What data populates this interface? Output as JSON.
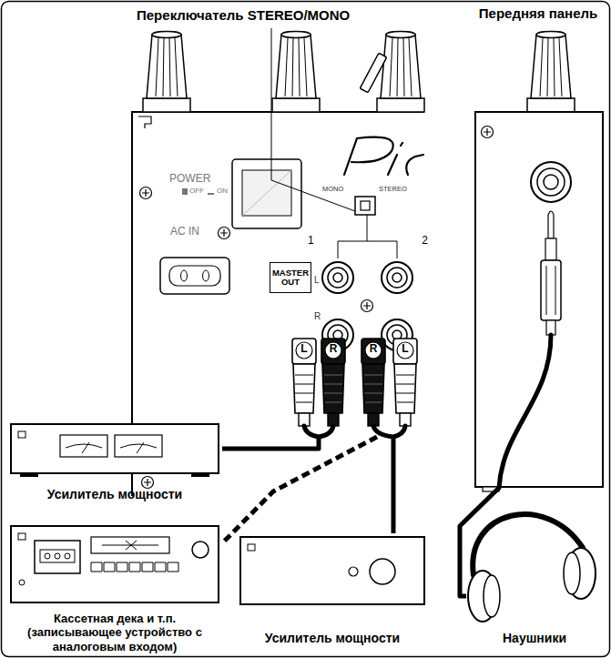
{
  "diagram": {
    "nodes": [
      {
        "text": [
          "MASTER OUT"
        ]
      },
      {
        "text": [
          "1"
        ]
      },
      {
        "text": [
          "2"
        ]
      },
      {
        "text": [
          "Передняя панель"
        ]
      },
      {
        "text": [
          "Усилитель мощности"
        ]
      },
      {
        "text": [
          "Кассетная дека и т.п. (записывающее устройство с аналоговым входом)"
        ]
      },
      {
        "text": [
          "Усилитель мощности"
        ]
      },
      {
        "text": [
          "Наушники"
        ]
      }
    ],
    "edges": [
      {
        "from": 1,
        "to": 4,
        "arrow": "none"
      },
      {
        "from": 2,
        "to": 6,
        "arrow": "none"
      },
      {
        "from": 2,
        "to": 5,
        "arrow": "none"
      },
      {
        "from": 3,
        "to": 7,
        "arrow": "none"
      }
    ],
    "labels": [
      "Переключатель STEREO/MONO",
      "POWER",
      "OFF",
      "ON",
      "AC IN",
      "MONO",
      "STEREO",
      "L",
      "R",
      "L",
      "R",
      "R",
      "L"
    ]
  }
}
